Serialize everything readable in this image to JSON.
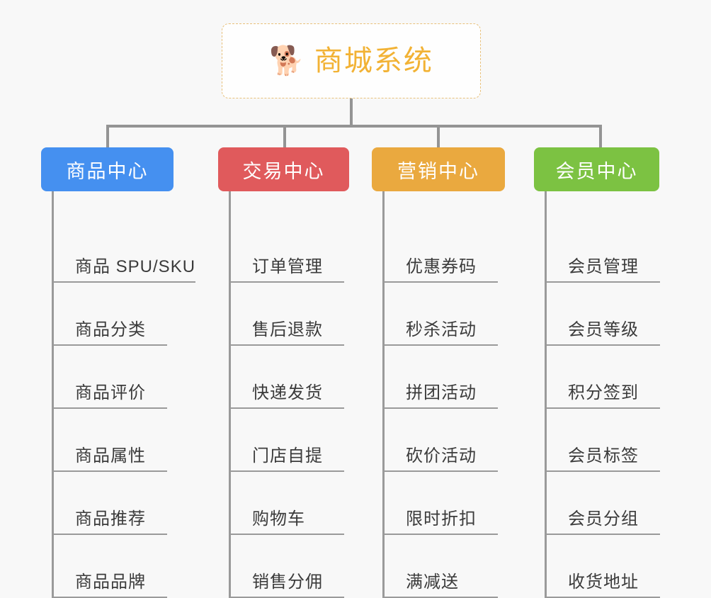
{
  "background_color": "#f8f8f8",
  "root": {
    "icon": "shiba-dog-face-icon",
    "emoji": "🐕",
    "title": "商城系统",
    "text_color": "#f2b234",
    "border_color": "#e8c07a",
    "background": "#fefefe"
  },
  "connector_color": "#949494",
  "columns": [
    {
      "title": "商品中心",
      "color": "#4590f0",
      "items": [
        "商品 SPU/SKU",
        "商品分类",
        "商品评价",
        "商品属性",
        "商品推荐",
        "商品品牌"
      ]
    },
    {
      "title": "交易中心",
      "color": "#e05a5c",
      "items": [
        "订单管理",
        "售后退款",
        "快递发货",
        "门店自提",
        "购物车",
        "销售分佣"
      ]
    },
    {
      "title": "营销中心",
      "color": "#eaa93f",
      "items": [
        "优惠券码",
        "秒杀活动",
        "拼团活动",
        "砍价活动",
        "限时折扣",
        "满减送"
      ]
    },
    {
      "title": "会员中心",
      "color": "#7cc242",
      "items": [
        "会员管理",
        "会员等级",
        "积分签到",
        "会员标签",
        "会员分组",
        "收货地址"
      ]
    }
  ]
}
